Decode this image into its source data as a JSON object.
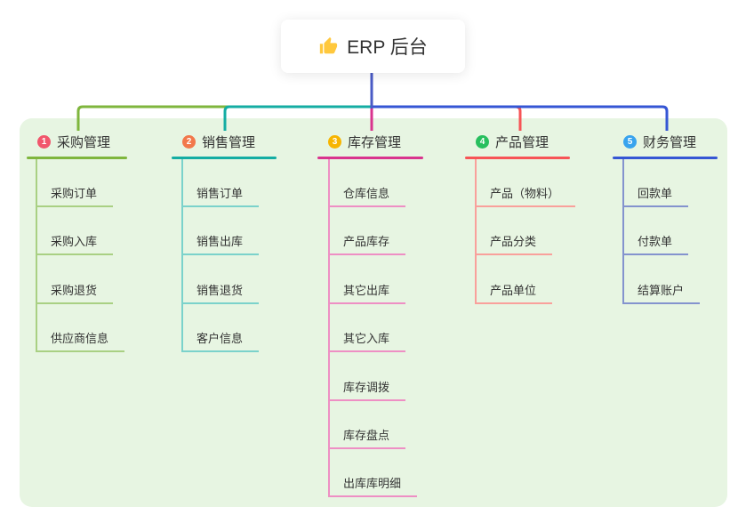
{
  "root": {
    "label": "ERP 后台",
    "icon": "thumbs-up-icon",
    "icon_color": "#FFC83D",
    "connector_color": "#4A5BC6"
  },
  "panel": {
    "background": "#E7F5E2"
  },
  "branches": [
    {
      "index": "1",
      "label": "采购管理",
      "badge_color": "#F1566C",
      "line_color": "#7FB63D",
      "child_line_color": "#A9D083",
      "children": [
        "采购订单",
        "采购入库",
        "采购退货",
        "供应商信息"
      ]
    },
    {
      "index": "2",
      "label": "销售管理",
      "badge_color": "#F2784B",
      "line_color": "#14ADA3",
      "child_line_color": "#7BD2CB",
      "children": [
        "销售订单",
        "销售出库",
        "销售退货",
        "客户信息"
      ]
    },
    {
      "index": "3",
      "label": "库存管理",
      "badge_color": "#F7B500",
      "line_color": "#D9348E",
      "child_line_color": "#EE8FC4",
      "children": [
        "仓库信息",
        "产品库存",
        "其它出库",
        "其它入库",
        "库存调拨",
        "库存盘点",
        "出库库明细"
      ]
    },
    {
      "index": "4",
      "label": "产品管理",
      "badge_color": "#28BF5E",
      "line_color": "#F75456",
      "child_line_color": "#F9A09B",
      "children": [
        "产品（物料）",
        "产品分类",
        "产品单位"
      ]
    },
    {
      "index": "5",
      "label": "财务管理",
      "badge_color": "#38A3EE",
      "line_color": "#3556D4",
      "child_line_color": "#8493CE",
      "children": [
        "回款单",
        "付款单",
        "结算账户"
      ]
    }
  ]
}
